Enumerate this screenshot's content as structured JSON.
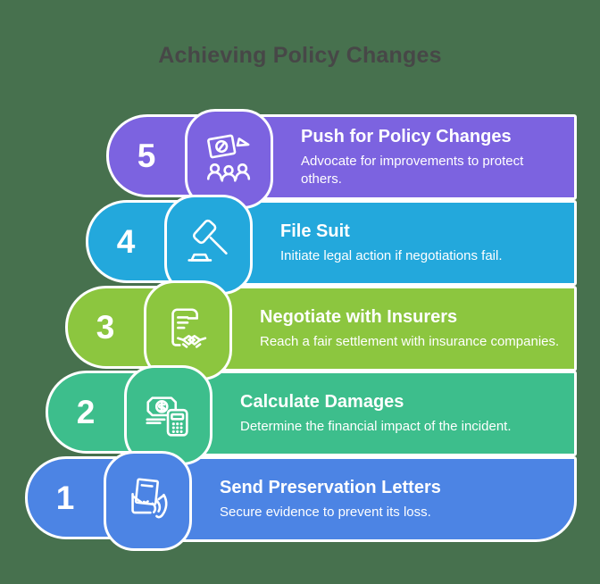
{
  "title": "Achieving Policy Changes",
  "colors": {
    "background": "#47714E",
    "title_text": "#474747",
    "outline": "#FFFFFF",
    "text_on_steps": "#FFFFFF"
  },
  "steps": [
    {
      "number": "5",
      "title": "Push for Policy Changes",
      "description": "Advocate for improvements to protect others.",
      "color": "#7C63E0",
      "icon": "protest-icon"
    },
    {
      "number": "4",
      "title": "File Suit",
      "description": "Initiate legal action if negotiations fail.",
      "color": "#23A8DC",
      "icon": "gavel-icon"
    },
    {
      "number": "3",
      "title": "Negotiate with Insurers",
      "description": "Reach a fair settlement with insurance companies.",
      "color": "#8CC63F",
      "icon": "document-handshake-icon"
    },
    {
      "number": "2",
      "title": "Calculate Damages",
      "description": "Determine the financial impact of the incident.",
      "color": "#3DBE8C",
      "icon": "money-calculator-icon"
    },
    {
      "number": "1",
      "title": "Send Preservation Letters",
      "description": "Secure evidence to prevent its loss.",
      "color": "#4C84E4",
      "icon": "envelope-hand-icon"
    }
  ]
}
